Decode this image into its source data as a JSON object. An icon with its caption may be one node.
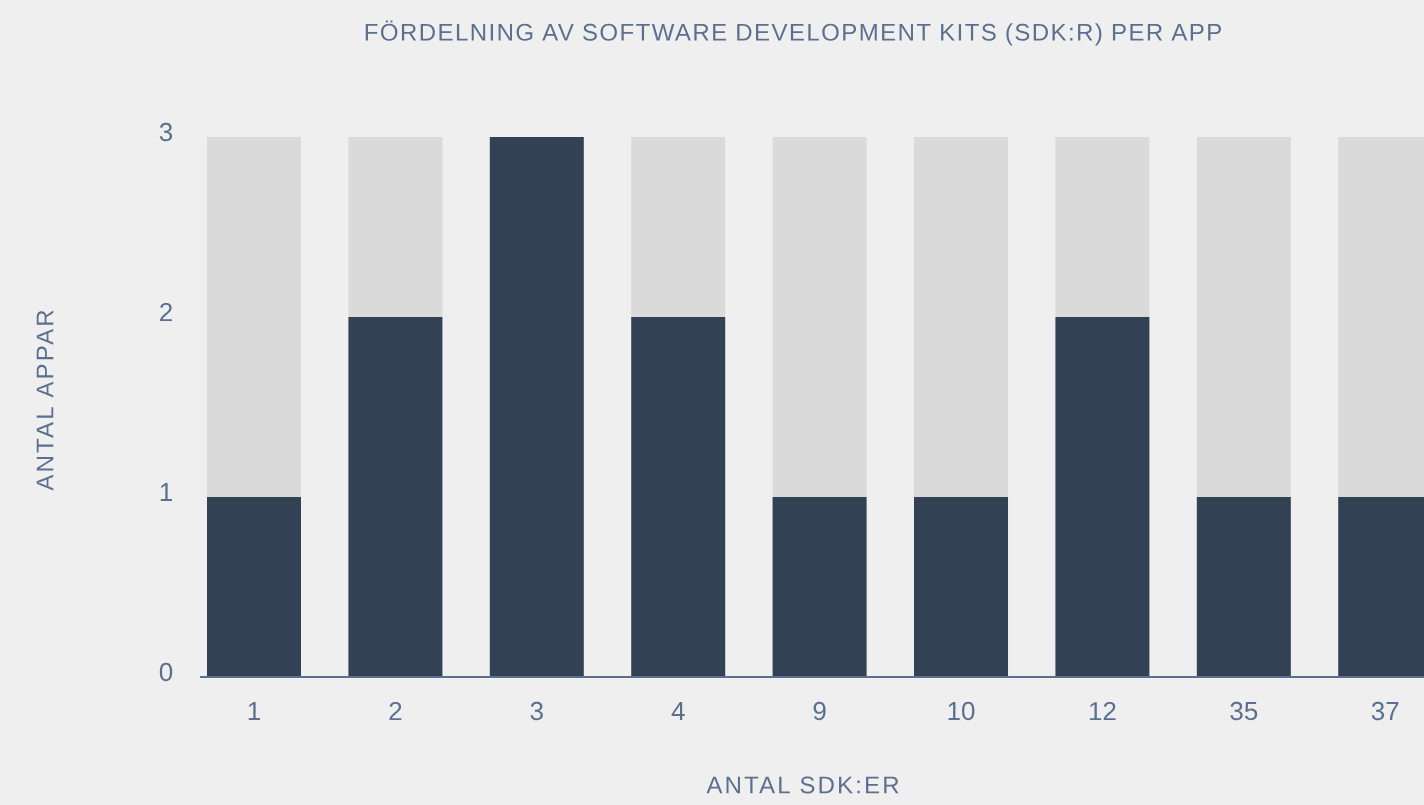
{
  "diagram": {
    "chart_data": {
      "type": "bar",
      "title": "FÖRDELNING AV SOFTWARE DEVELOPMENT KITS (SDK:R) PER APP",
      "xlabel": "ANTAL SDK:ER",
      "ylabel": "ANTAL APPAR",
      "categories": [
        "1",
        "2",
        "3",
        "4",
        "9",
        "10",
        "12",
        "35",
        "37"
      ],
      "series": [
        {
          "color": "#324154",
          "values": [
            1,
            2,
            3,
            2,
            1,
            1,
            2,
            1,
            1
          ]
        },
        {
          "color": "#dadada",
          "values": [
            2,
            1,
            0,
            1,
            2,
            2,
            1,
            2,
            2
          ]
        }
      ],
      "stacked": true,
      "ylim": [
        0,
        3
      ],
      "yticks": [
        0,
        1,
        2,
        3
      ]
    }
  }
}
